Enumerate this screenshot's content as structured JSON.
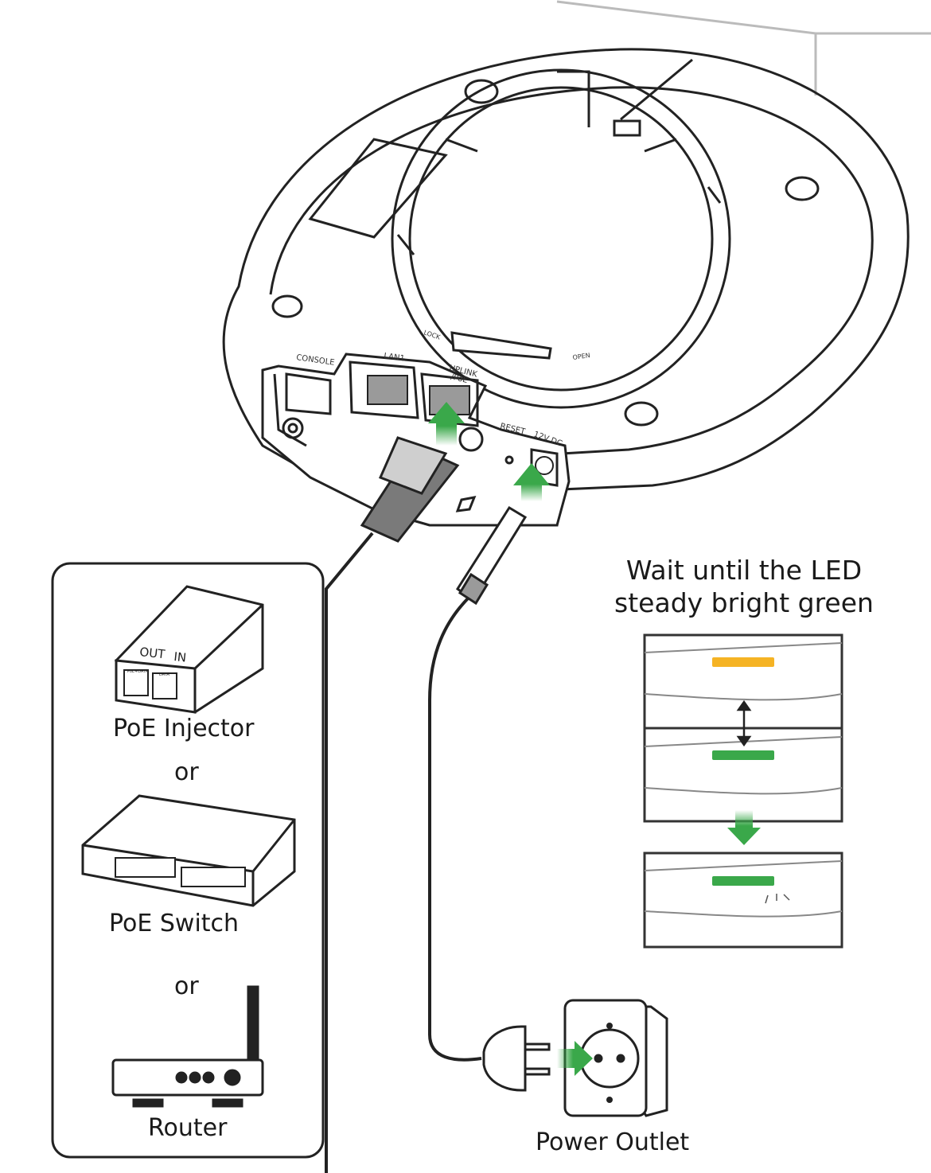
{
  "device_ports": {
    "console": "CONSOLE",
    "lan1": "LAN1",
    "uplink_line1": "UPLINK",
    "uplink_line2": "/PoE",
    "reset": "RESET",
    "dc": "12V DC",
    "lock": "LOCK",
    "open": "OPEN"
  },
  "injector": {
    "out_label": "OUT",
    "in_label": "IN",
    "port1": "PoE+DATA",
    "port2": "DATA"
  },
  "options": [
    {
      "label": "PoE Injector"
    },
    {
      "label": "or"
    },
    {
      "label": "PoE Switch"
    },
    {
      "label": "or"
    },
    {
      "label": "Router"
    }
  ],
  "led_instruction": {
    "line1": "Wait until the LED",
    "line2": "steady bright green"
  },
  "led_states": [
    {
      "color": "#f5b324"
    },
    {
      "color": "#3aa84a"
    },
    {
      "color": "#3aa84a"
    }
  ],
  "power_outlet": {
    "label": "Power Outlet"
  },
  "colors": {
    "arrow_green": "#3aa84a",
    "line": "#222222",
    "port_fill": "#9a9a9a"
  }
}
